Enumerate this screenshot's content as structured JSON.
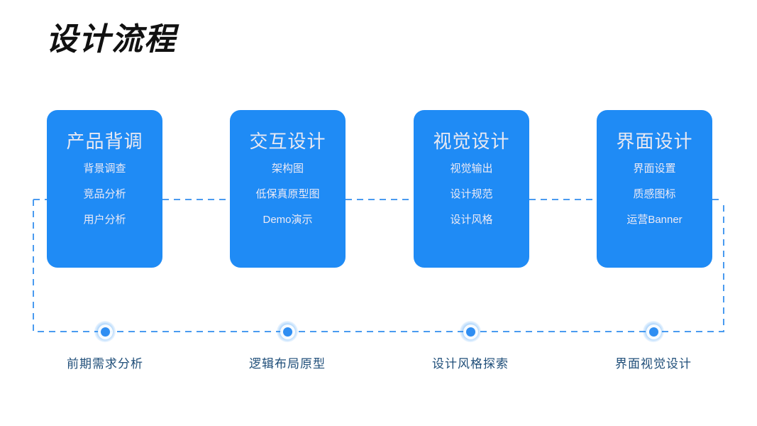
{
  "title": "设计流程",
  "colors": {
    "card_background": "#1F8BF5",
    "card_title_text": "#E9E9F2",
    "card_item_text": "#ECEAF5",
    "dashed_line": "#4A9BF0",
    "dot_fill": "#2F8EF2",
    "caption_text": "#1F4E79",
    "page_background": "#FFFFFF",
    "title_text": "#111111"
  },
  "cards": [
    {
      "title": "产品背调",
      "items": [
        "背景调查",
        "竞品分析",
        "用户分析"
      ]
    },
    {
      "title": "交互设计",
      "items": [
        "架构图",
        "低保真原型图",
        "Demo演示"
      ]
    },
    {
      "title": "视觉设计",
      "items": [
        "视觉输出",
        "设计规范",
        "设计风格"
      ]
    },
    {
      "title": "界面设计",
      "items": [
        "界面设置",
        "质感图标",
        "运营Banner"
      ]
    }
  ],
  "milestones": [
    {
      "label": "前期需求分析"
    },
    {
      "label": "逻辑布局原型"
    },
    {
      "label": "设计风格探索"
    },
    {
      "label": "界面视觉设计"
    }
  ]
}
